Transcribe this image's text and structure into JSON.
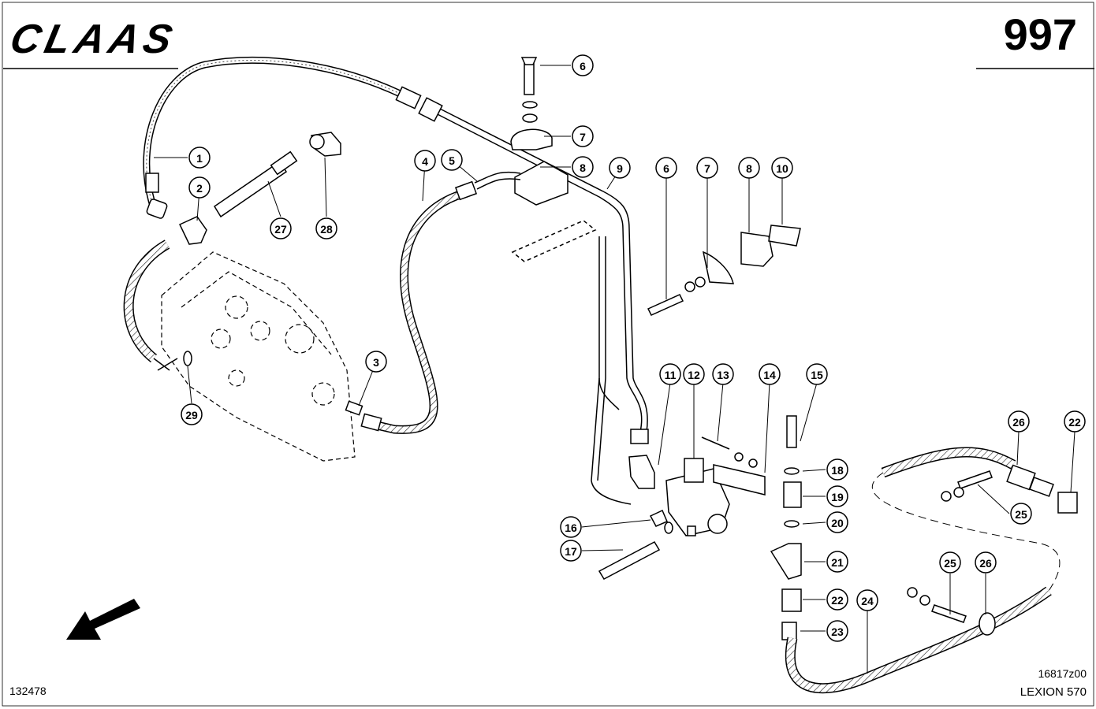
{
  "header": {
    "brand": "CLAAS",
    "page_number": "997"
  },
  "footer": {
    "reference_left": "132478",
    "drawing_number": "16817z00",
    "model": "LEXION 570"
  },
  "callouts": [
    "1",
    "2",
    "3",
    "4",
    "5",
    "6",
    "7",
    "8",
    "9",
    "6",
    "7",
    "8",
    "10",
    "11",
    "12",
    "13",
    "14",
    "15",
    "16",
    "17",
    "18",
    "19",
    "20",
    "21",
    "22",
    "23",
    "24",
    "25",
    "26",
    "26",
    "22",
    "25",
    "27",
    "28",
    "29"
  ],
  "icons": [
    "direction-arrow-icon"
  ],
  "colors": {
    "ink": "#000000",
    "paper": "#ffffff"
  }
}
